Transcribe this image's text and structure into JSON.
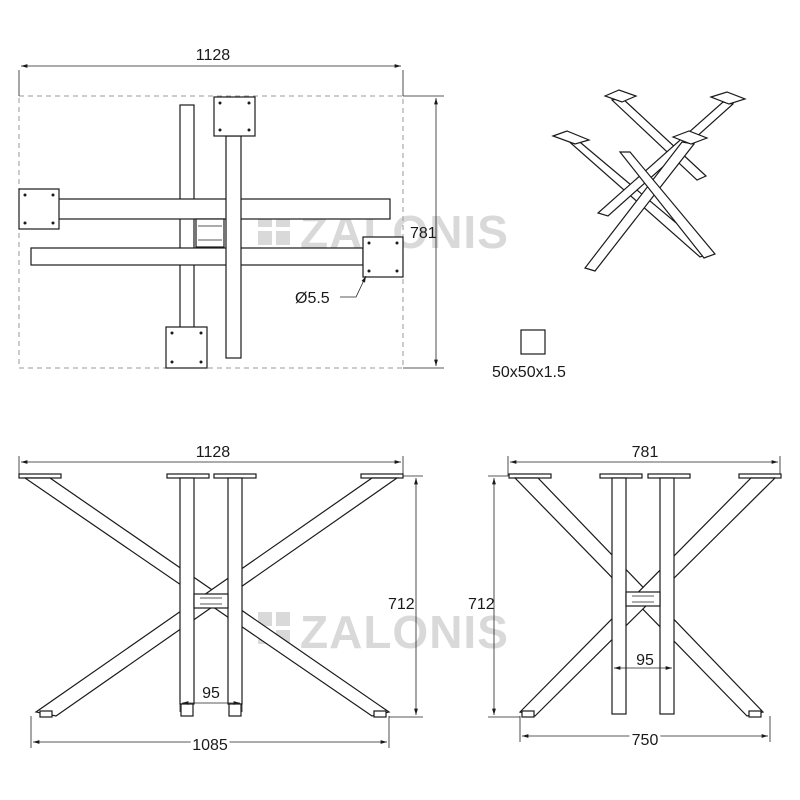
{
  "top_view": {
    "width_dim": "1128",
    "depth_dim": "781",
    "hole_dim": "Ø5.5"
  },
  "profile": {
    "label": "50x50x1.5"
  },
  "front_view": {
    "width_dim": "1128",
    "height_dim": "712",
    "gap_dim": "95",
    "base_dim": "1085"
  },
  "side_view": {
    "width_dim": "781",
    "height_dim": "712",
    "gap_dim": "95",
    "base_dim": "750"
  },
  "watermark": {
    "text": "ZALONIS"
  },
  "colors": {
    "line": "#1a1a1a",
    "dashed_frame": "#9a9a9a",
    "watermark": "#d9d9d9"
  }
}
